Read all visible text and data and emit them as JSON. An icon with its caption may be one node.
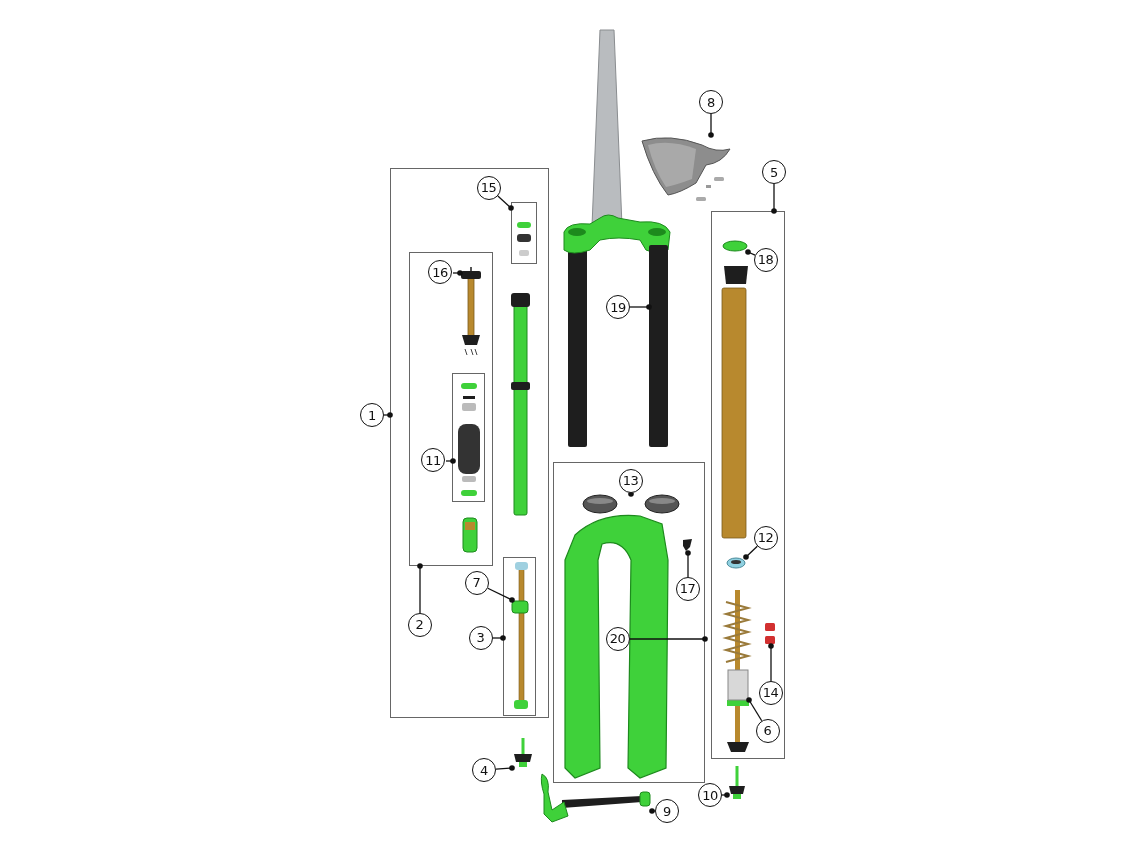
{
  "diagram": {
    "nodes": [
      {
        "text": [],
        "shape": "box"
      },
      {
        "text": [],
        "shape": "box",
        "in": 0
      },
      {
        "text": [],
        "shape": "box",
        "in": 0
      },
      {
        "text": [],
        "shape": "picture",
        "in": 2
      },
      {
        "text": [],
        "shape": "box",
        "in": 2
      },
      {
        "text": [],
        "shape": "box",
        "in": 0
      },
      {
        "text": [],
        "shape": "bar",
        "in": 5
      },
      {
        "text": [],
        "shape": "bar"
      },
      {
        "text": [],
        "shape": "picture"
      },
      {
        "text": [],
        "shape": "box"
      },
      {
        "text": [],
        "shape": "circle",
        "in": 9
      },
      {
        "text": [],
        "shape": "picture",
        "in": 9
      },
      {
        "text": [],
        "shape": "cylinder",
        "in": 9
      },
      {
        "text": [],
        "shape": "picture",
        "in": 9
      },
      {
        "text": [],
        "shape": "box"
      },
      {
        "text": [],
        "shape": "picture",
        "in": 14
      },
      {
        "text": [],
        "shape": "picture",
        "in": 14
      },
      {
        "text": [],
        "shape": "picture"
      },
      {
        "text": [],
        "shape": "picture"
      },
      {
        "text": [],
        "shape": "picture"
      },
      {
        "text": [
          "1"
        ]
      },
      {
        "text": [
          "2"
        ],
        "in": 0
      },
      {
        "text": [
          "3"
        ],
        "in": 0
      },
      {
        "text": [
          "4"
        ]
      },
      {
        "text": [
          "5"
        ]
      },
      {
        "text": [
          "6"
        ],
        "in": 9
      },
      {
        "text": [
          "7"
        ],
        "in": 0
      },
      {
        "text": [
          "8"
        ]
      },
      {
        "text": [
          "9"
        ]
      },
      {
        "text": [
          "10"
        ]
      },
      {
        "text": [
          "11"
        ],
        "in": 2
      },
      {
        "text": [
          "12"
        ],
        "in": 9
      },
      {
        "text": [
          "13"
        ],
        "in": 14
      },
      {
        "text": [
          "14"
        ],
        "in": 9
      },
      {
        "text": [
          "15"
        ],
        "in": 0
      },
      {
        "text": [
          "16"
        ],
        "in": 2
      },
      {
        "text": [
          "17"
        ],
        "in": 14
      },
      {
        "text": [
          "18"
        ],
        "in": 9
      },
      {
        "text": [
          "19"
        ]
      },
      {
        "text": [
          "20"
        ],
        "in": 14
      }
    ],
    "edges": [
      {
        "from": 20,
        "to": 0,
        "arrow": "other"
      },
      {
        "from": 21,
        "to": 2,
        "arrow": "other"
      },
      {
        "from": 22,
        "to": 5,
        "arrow": "other"
      },
      {
        "from": 23,
        "to": 17,
        "arrow": "other"
      },
      {
        "from": 24,
        "to": 9,
        "arrow": "other"
      },
      {
        "from": 25,
        "to": 12,
        "arrow": "other"
      },
      {
        "from": 26,
        "to": 6,
        "arrow": "other"
      },
      {
        "from": 27,
        "to": 8,
        "arrow": "other"
      },
      {
        "from": 28,
        "to": 18,
        "arrow": "other"
      },
      {
        "from": 29,
        "to": 19,
        "arrow": "other"
      },
      {
        "from": 30,
        "to": 4,
        "arrow": "other"
      },
      {
        "from": 31,
        "to": 11,
        "arrow": "other"
      },
      {
        "from": 32,
        "to": 15,
        "arrow": "other"
      },
      {
        "from": 33,
        "to": 13,
        "arrow": "other"
      },
      {
        "from": 34,
        "to": 1,
        "arrow": "other"
      },
      {
        "from": 35,
        "to": 3,
        "arrow": "other"
      },
      {
        "from": 36,
        "to": 16,
        "arrow": "other"
      },
      {
        "from": 37,
        "to": 10,
        "arrow": "other"
      },
      {
        "from": 38,
        "to": 7,
        "arrow": "other"
      },
      {
        "from": 39,
        "to": 14,
        "arrow": "other"
      }
    ]
  }
}
